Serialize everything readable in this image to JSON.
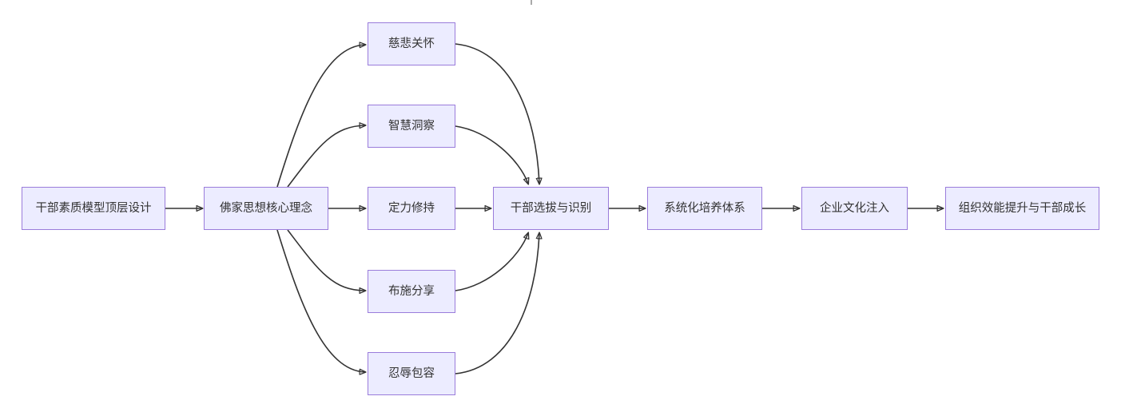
{
  "diagram": {
    "type": "flowchart-left-to-right",
    "colors": {
      "node_fill": "#ececff",
      "node_border": "#9a7cdb",
      "edge_color": "#333333",
      "text_color": "#333333",
      "background": "#ffffff"
    },
    "nodes": [
      {
        "id": "A",
        "label": "干部素质模型顶层设计"
      },
      {
        "id": "B",
        "label": "佛家思想核心理念"
      },
      {
        "id": "C1",
        "label": "慈悲关怀"
      },
      {
        "id": "C2",
        "label": "智慧洞察"
      },
      {
        "id": "C3",
        "label": "定力修持"
      },
      {
        "id": "C4",
        "label": "布施分享"
      },
      {
        "id": "C5",
        "label": "忍辱包容"
      },
      {
        "id": "D",
        "label": "干部选拔与识别"
      },
      {
        "id": "E",
        "label": "系统化培养体系"
      },
      {
        "id": "F",
        "label": "企业文化注入"
      },
      {
        "id": "G",
        "label": "组织效能提升与干部成长"
      }
    ],
    "edges": [
      {
        "from": "干部素质模型顶层设计",
        "to": "佛家思想核心理念"
      },
      {
        "from": "佛家思想核心理念",
        "to": "慈悲关怀"
      },
      {
        "from": "佛家思想核心理念",
        "to": "智慧洞察"
      },
      {
        "from": "佛家思想核心理念",
        "to": "定力修持"
      },
      {
        "from": "佛家思想核心理念",
        "to": "布施分享"
      },
      {
        "from": "佛家思想核心理念",
        "to": "忍辱包容"
      },
      {
        "from": "慈悲关怀",
        "to": "干部选拔与识别"
      },
      {
        "from": "智慧洞察",
        "to": "干部选拔与识别"
      },
      {
        "from": "定力修持",
        "to": "干部选拔与识别"
      },
      {
        "from": "布施分享",
        "to": "干部选拔与识别"
      },
      {
        "from": "忍辱包容",
        "to": "干部选拔与识别"
      },
      {
        "from": "干部选拔与识别",
        "to": "系统化培养体系"
      },
      {
        "from": "系统化培养体系",
        "to": "企业文化注入"
      },
      {
        "from": "企业文化注入",
        "to": "组织效能提升与干部成长"
      }
    ]
  }
}
